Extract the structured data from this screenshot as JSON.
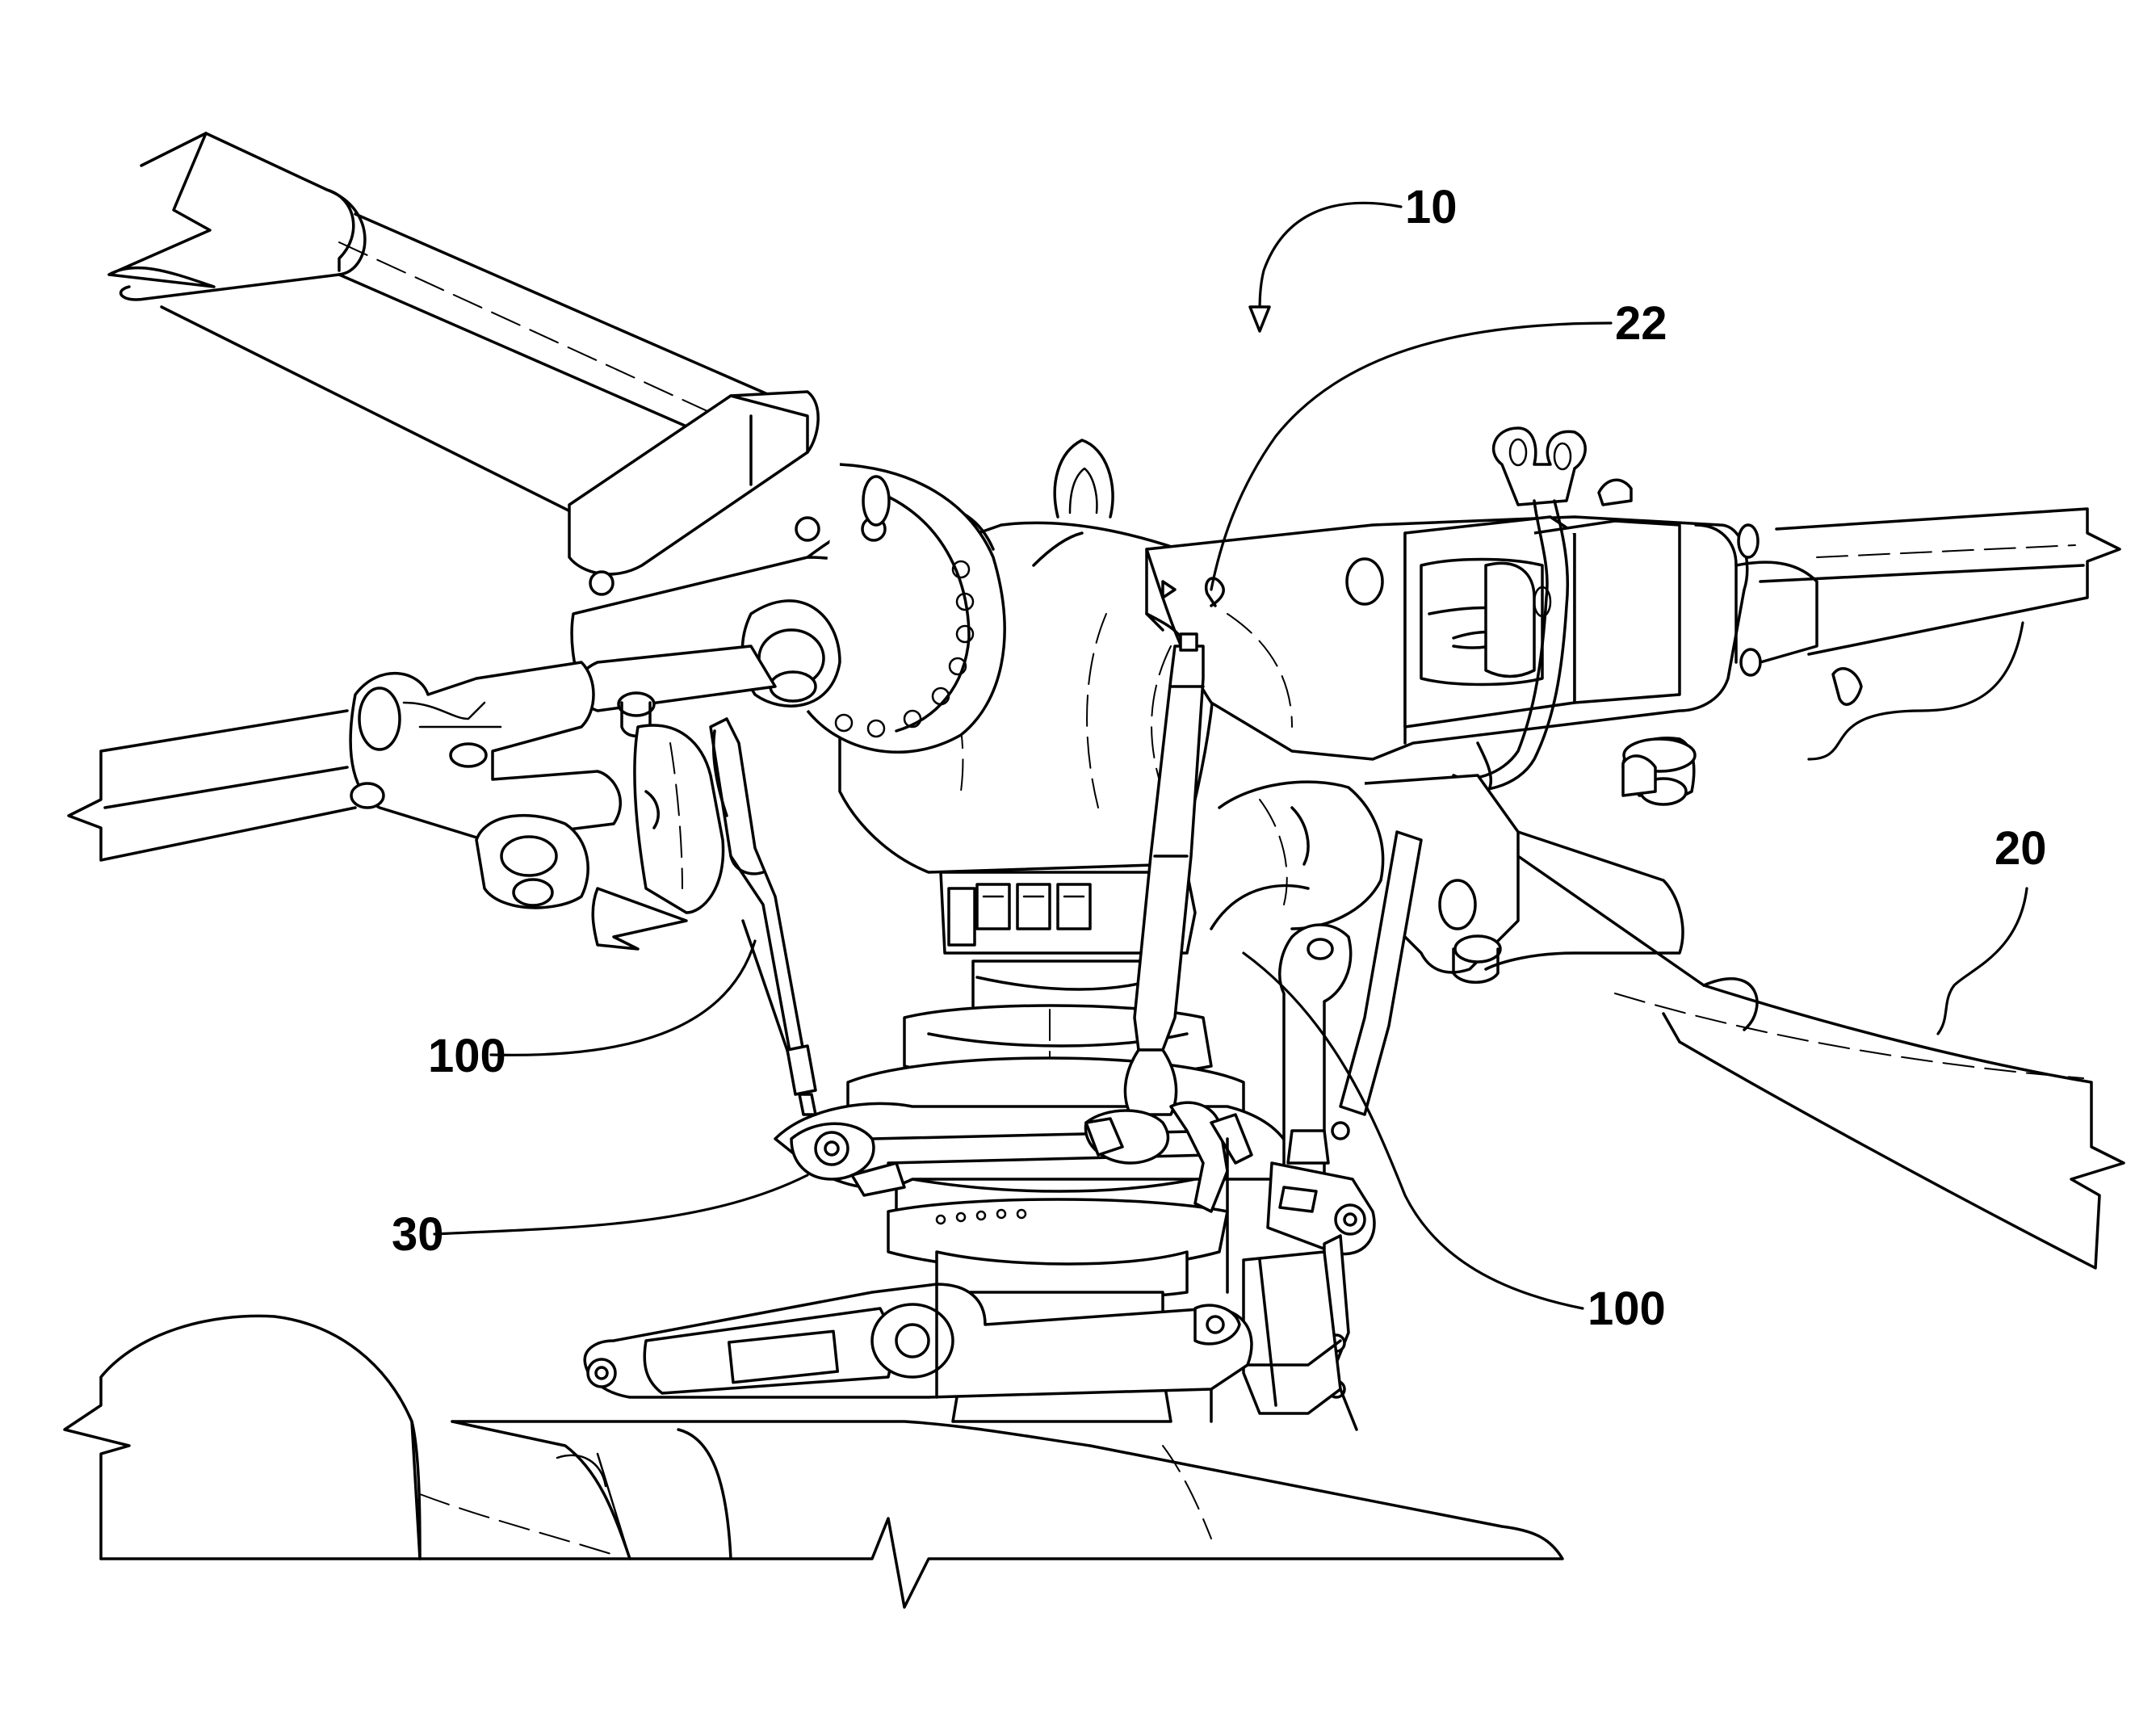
{
  "figure": {
    "reference_numerals": {
      "rotor_assembly": "10",
      "rotor_blades": "20",
      "hub_component": "22",
      "swashplate": "30",
      "pitch_link_left": "100",
      "pitch_link_right": "100"
    }
  },
  "colors": {
    "line": "#000000",
    "background": "#ffffff"
  }
}
